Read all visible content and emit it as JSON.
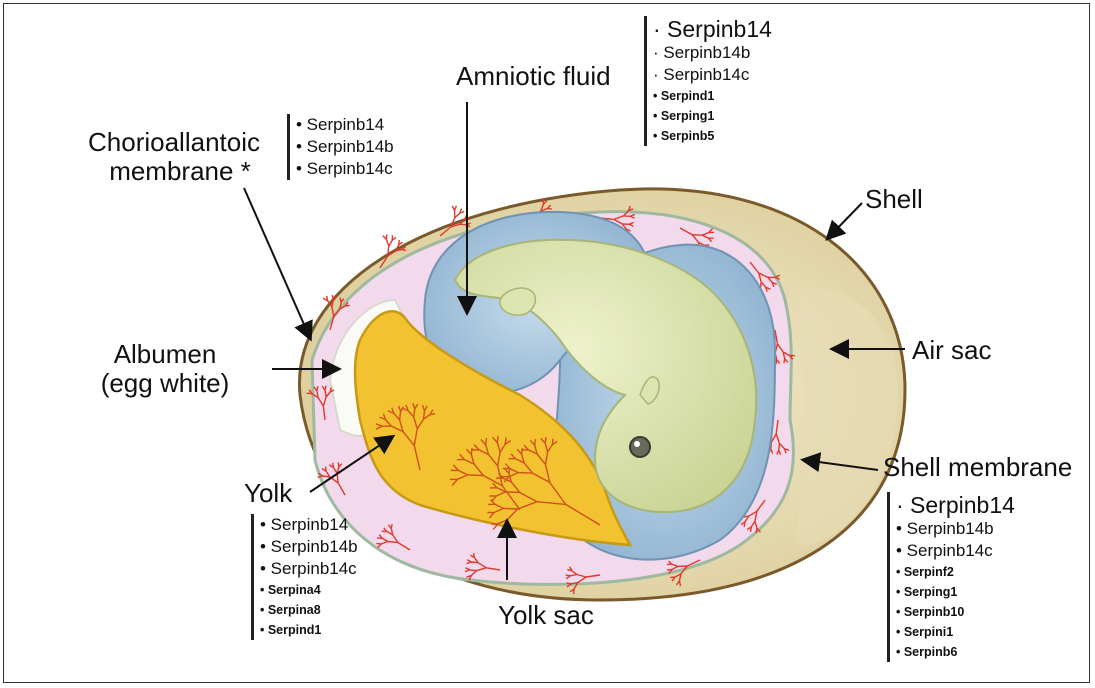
{
  "labels": {
    "amniotic_fluid": "Amniotic fluid",
    "chorioallantoic_line1": "Chorioallantoic",
    "chorioallantoic_line2": "membrane *",
    "shell": "Shell",
    "air_sac": "Air sac",
    "albumen_line1": "Albumen",
    "albumen_line2": "(egg white)",
    "yolk": "Yolk",
    "yolk_sac": "Yolk sac",
    "shell_membrane": "Shell membrane"
  },
  "gene_lists": {
    "amniotic_fluid": [
      "· Serpinb14",
      "· Serpinb14b",
      "· Serpinb14c",
      "• Serpind1",
      "• Serping1",
      "• Serpinb5"
    ],
    "chorioallantoic": [
      "• Serpinb14",
      "• Serpinb14b",
      "• Serpinb14c"
    ],
    "yolk": [
      "• Serpinb14",
      "• Serpinb14b",
      "• Serpinb14c",
      "• Serpina4",
      "• Serpina8",
      "• Serpind1"
    ],
    "shell_membrane": [
      "· Serpinb14",
      "• Serpinb14b",
      "• Serpinb14c",
      "• Serpinf2",
      "• Serping1",
      "• Serpinb10",
      "• Serpini1",
      "• Serpinb6"
    ]
  },
  "colors": {
    "shell": "#e9dfb8",
    "shell_outline": "#7a5a2a",
    "membrane": "#f3d9ec",
    "vessels": "#e0382a",
    "amnion": "#a9c6de",
    "embryo": "#dce5b0",
    "yolk": "#f2c230",
    "albumen": "#fafaf6"
  }
}
